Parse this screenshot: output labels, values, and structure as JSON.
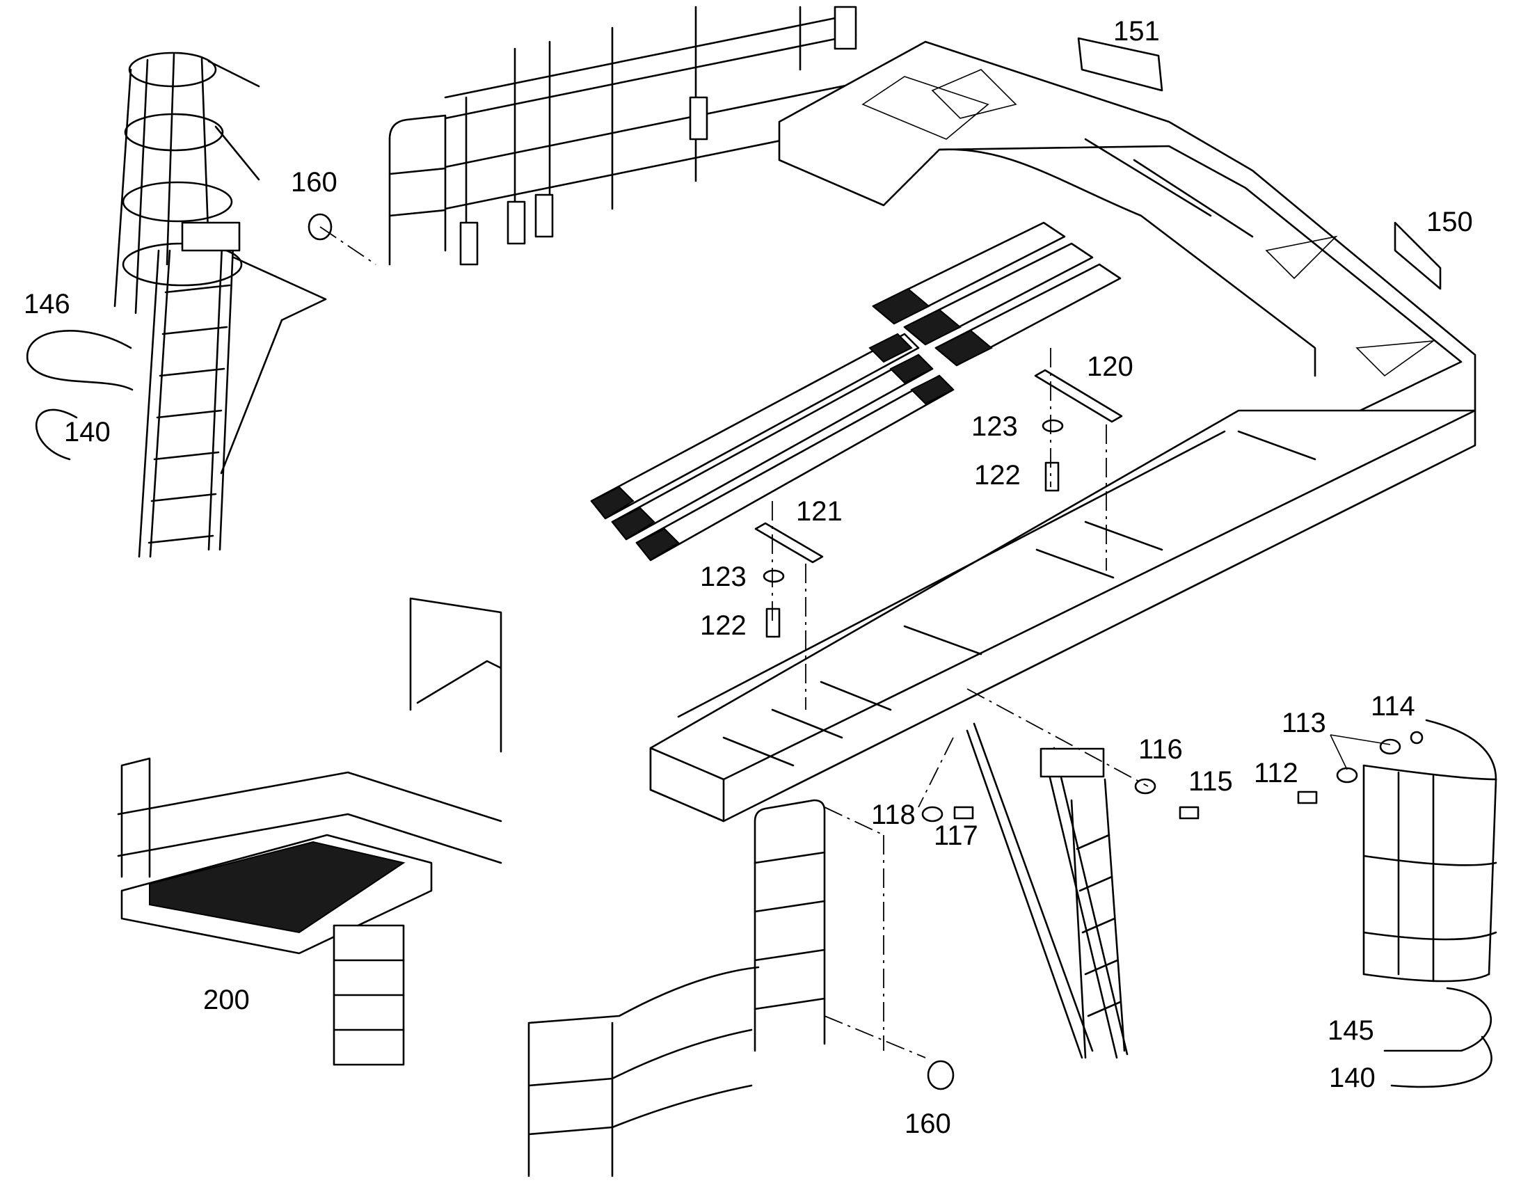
{
  "callouts": [
    {
      "id": "c151",
      "text": "151"
    },
    {
      "id": "c150",
      "text": "150"
    },
    {
      "id": "c160a",
      "text": "160"
    },
    {
      "id": "c146",
      "text": "146"
    },
    {
      "id": "c140a",
      "text": "140"
    },
    {
      "id": "c120",
      "text": "120"
    },
    {
      "id": "c123a",
      "text": "123"
    },
    {
      "id": "c122a",
      "text": "122"
    },
    {
      "id": "c121",
      "text": "121"
    },
    {
      "id": "c123b",
      "text": "123"
    },
    {
      "id": "c122b",
      "text": "122"
    },
    {
      "id": "c114",
      "text": "114"
    },
    {
      "id": "c113",
      "text": "113"
    },
    {
      "id": "c116",
      "text": "116"
    },
    {
      "id": "c112",
      "text": "112"
    },
    {
      "id": "c115",
      "text": "115"
    },
    {
      "id": "c118",
      "text": "118"
    },
    {
      "id": "c117",
      "text": "117"
    },
    {
      "id": "c200",
      "text": "200"
    },
    {
      "id": "c145",
      "text": "145"
    },
    {
      "id": "c140b",
      "text": "140"
    },
    {
      "id": "c160b",
      "text": "160"
    }
  ]
}
